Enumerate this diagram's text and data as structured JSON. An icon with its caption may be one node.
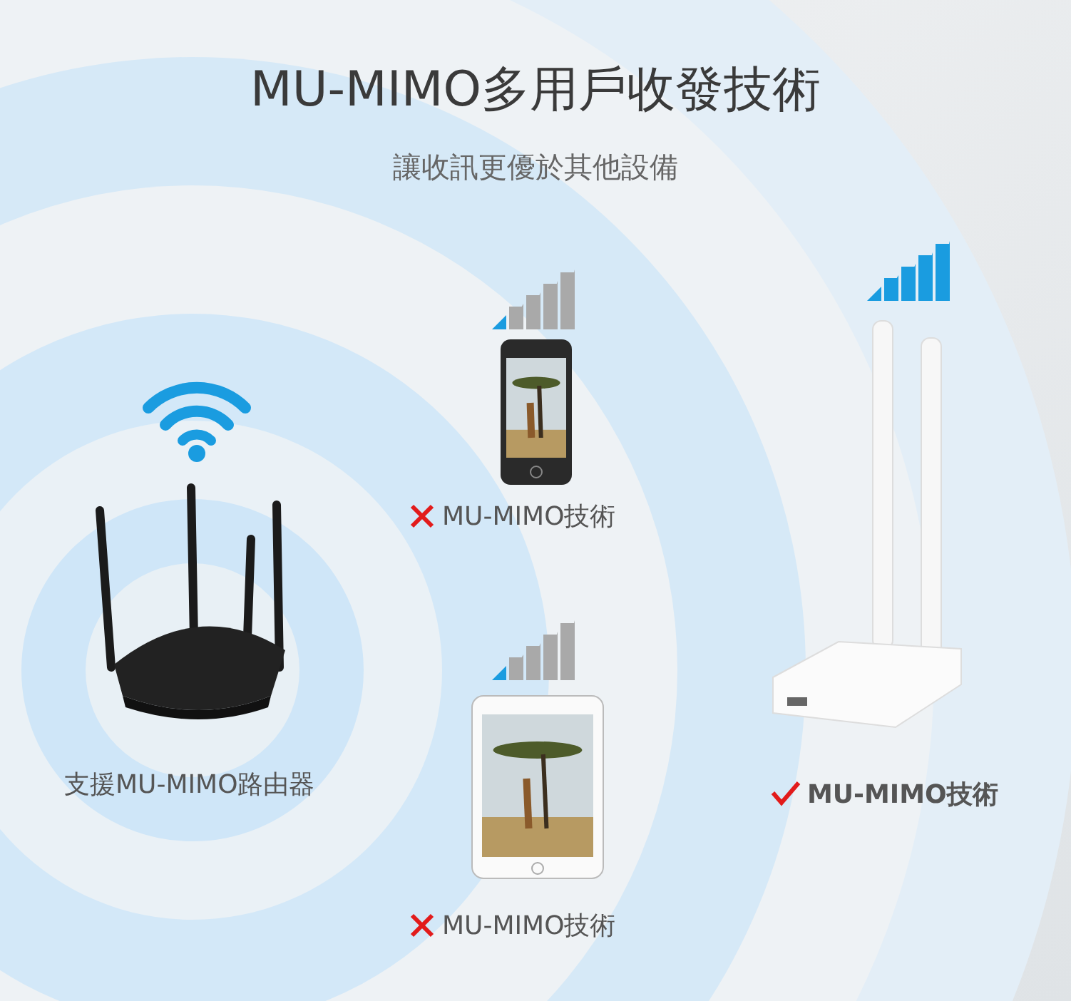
{
  "diagram": {
    "title": "MU-MIMO多用戶收發技術",
    "labels": [
      "讓收訊更優於其他設備",
      "支援MU-MIMO路由器",
      "MU-MIMO技術",
      "MU-MIMO技術",
      "MU-MIMO技術"
    ]
  }
}
